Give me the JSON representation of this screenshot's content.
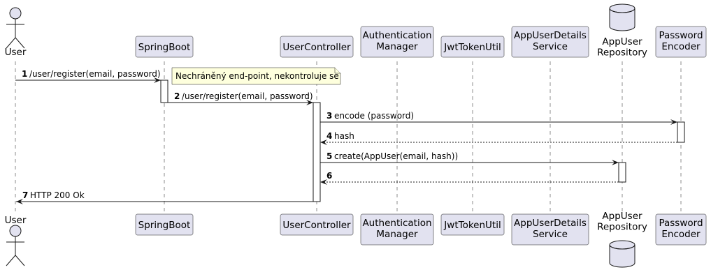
{
  "participants": [
    {
      "id": "user",
      "kind": "actor",
      "lines": [
        "User"
      ]
    },
    {
      "id": "springboot",
      "kind": "box",
      "lines": [
        "SpringBoot"
      ]
    },
    {
      "id": "usercontroller",
      "kind": "box",
      "lines": [
        "UserController"
      ]
    },
    {
      "id": "authmanager",
      "kind": "box",
      "lines": [
        "Authentication",
        "Manager"
      ]
    },
    {
      "id": "jwt",
      "kind": "box",
      "lines": [
        "JwtTokenUtil"
      ]
    },
    {
      "id": "appuserdetails",
      "kind": "box",
      "lines": [
        "AppUserDetails",
        "Service"
      ]
    },
    {
      "id": "repo",
      "kind": "database",
      "lines": [
        "AppUser",
        "Repository"
      ]
    },
    {
      "id": "encoder",
      "kind": "box",
      "lines": [
        "Password",
        "Encoder"
      ]
    }
  ],
  "messages": [
    {
      "num": "1",
      "text": "/user/register(email, password)",
      "from": "user",
      "to": "springboot",
      "style": "solid"
    },
    {
      "num": "2",
      "text": "/user/register(email, password)",
      "from": "springboot",
      "to": "usercontroller",
      "style": "solid"
    },
    {
      "num": "3",
      "text": "encode (password)",
      "from": "usercontroller",
      "to": "encoder",
      "style": "solid"
    },
    {
      "num": "4",
      "text": "hash",
      "from": "encoder",
      "to": "usercontroller",
      "style": "dashed"
    },
    {
      "num": "5",
      "text": "create(AppUser(email, hash))",
      "from": "usercontroller",
      "to": "repo",
      "style": "solid"
    },
    {
      "num": "6",
      "text": "",
      "from": "repo",
      "to": "usercontroller",
      "style": "dashed"
    },
    {
      "num": "7",
      "text": "HTTP 200 Ok",
      "from": "usercontroller",
      "to": "user",
      "style": "solid"
    }
  ],
  "note": {
    "text": "Nechráněný end-point, nekontroluje se"
  }
}
